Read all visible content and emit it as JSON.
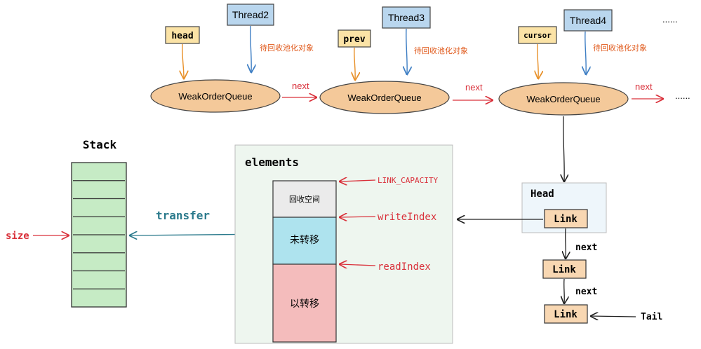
{
  "queues": [
    {
      "pointer": "head",
      "thread": "Thread2",
      "note": "待回收池化对象",
      "label": "WeakOrderQueue",
      "next": "next"
    },
    {
      "pointer": "prev",
      "thread": "Thread3",
      "note": "待回收池化对象",
      "label": "WeakOrderQueue",
      "next": "next"
    },
    {
      "pointer": "cursor",
      "thread": "Thread4",
      "note": "待回收池化对象",
      "label": "WeakOrderQueue",
      "next": "next"
    }
  ],
  "ellipsis_top": "......",
  "ellipsis_right": "......",
  "stack": {
    "title": "Stack",
    "size_label": "size",
    "slots": 8
  },
  "transfer_label": "transfer",
  "elements": {
    "title": "elements",
    "segments": {
      "free": "回收空间",
      "pending": "未转移",
      "done": "以转移"
    },
    "pointers": {
      "capacity": "LINK_CAPACITY",
      "write": "writeIndex",
      "read": "readIndex"
    }
  },
  "links": {
    "head_title": "Head",
    "items": [
      "Link",
      "Link",
      "Link"
    ],
    "next_labels": [
      "next",
      "next"
    ],
    "tail_label": "Tail"
  },
  "colors": {
    "ellipse_fill": "#f4c99a",
    "pointer_fill": "#fbe3a6",
    "thread_fill": "#b9d6ee",
    "orange_arrow": "#e8912a",
    "blue_arrow": "#3f7fc4",
    "red": "#d9303a",
    "stack_fill": "#c6ebc5",
    "teal": "#2b7a8c",
    "pending_fill": "#aee3ee",
    "done_fill": "#f4bcbc",
    "link_fill": "#f8d7b2"
  }
}
